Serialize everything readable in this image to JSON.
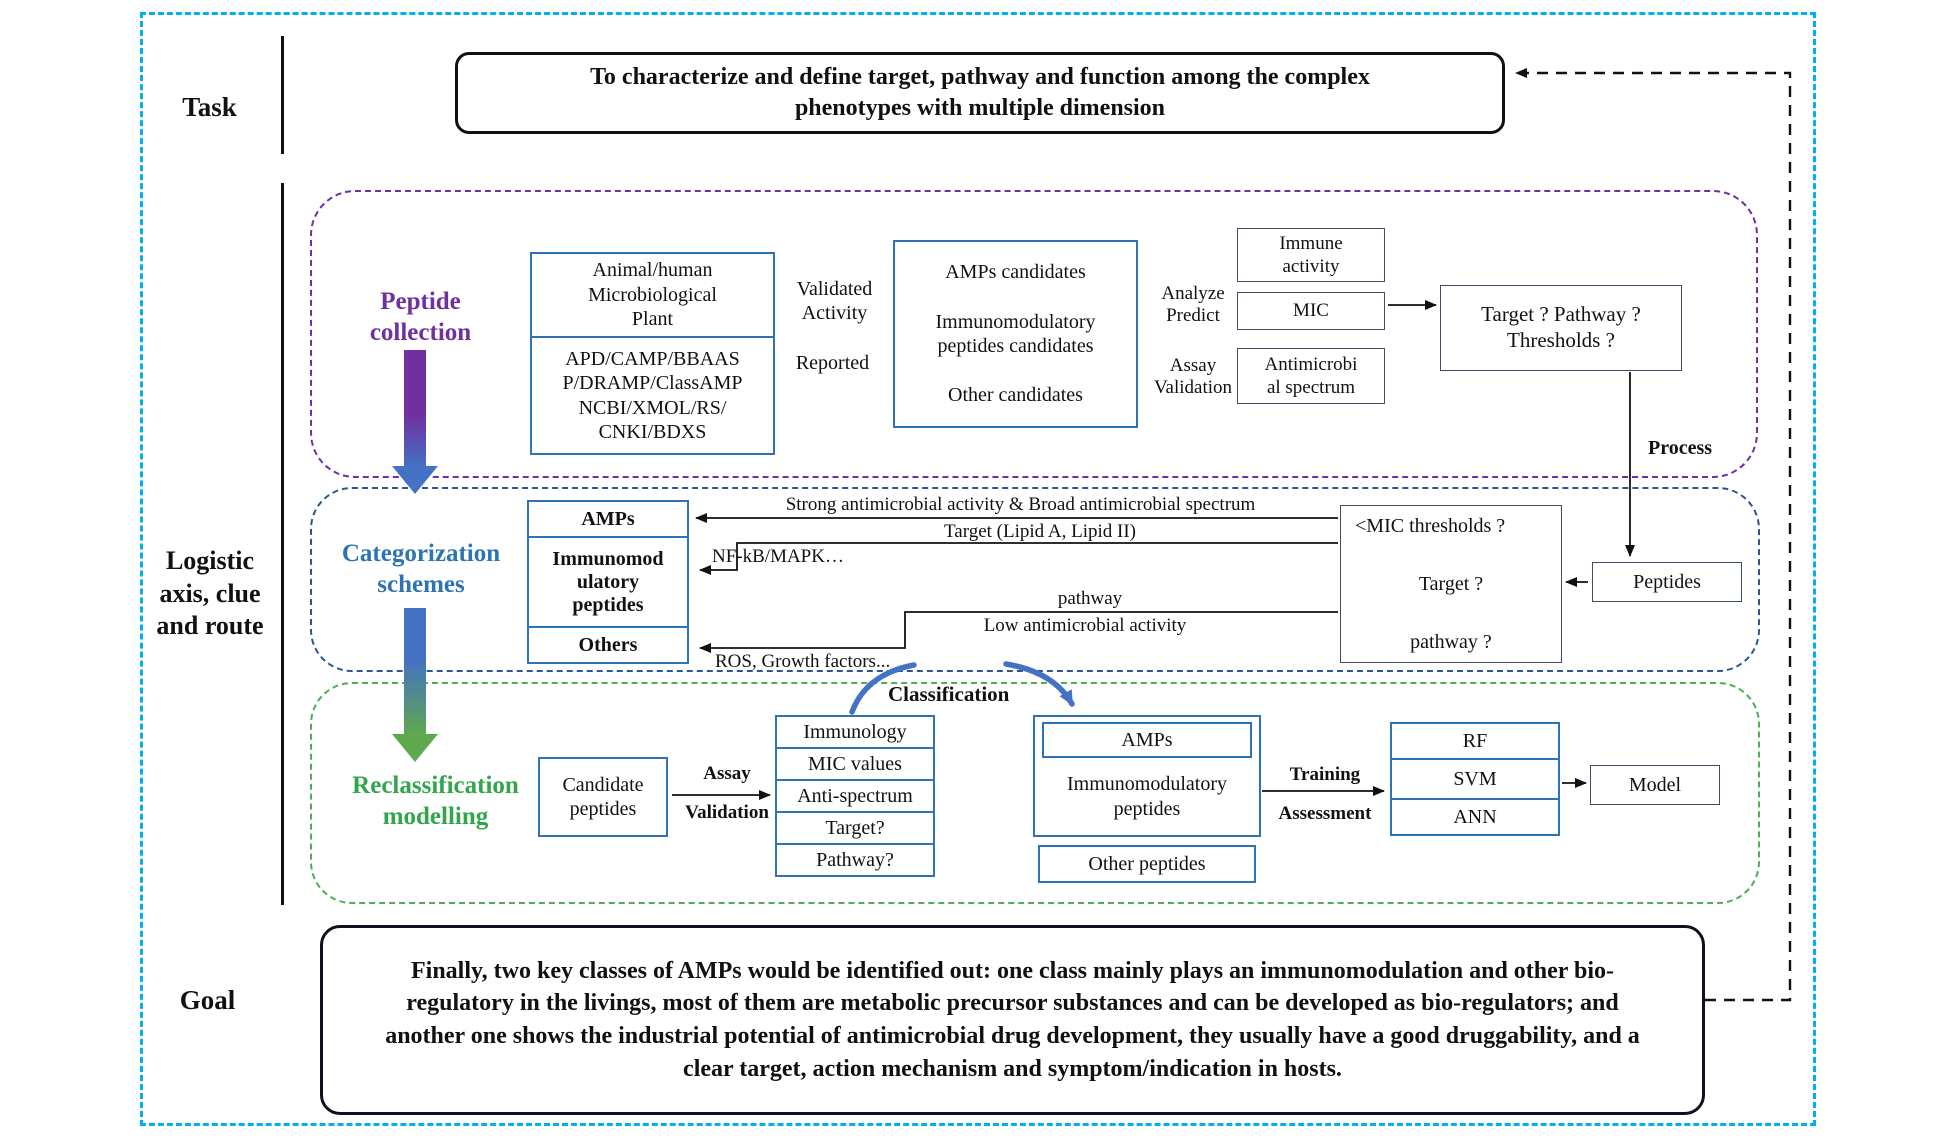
{
  "frame": {
    "task_label": "Task",
    "logistic_label": "Logistic\naxis, clue\nand route",
    "goal_label": "Goal"
  },
  "task_box": {
    "text": "To characterize and define target, pathway and function among the complex\nphenotypes with multiple dimension"
  },
  "collection": {
    "title": "Peptide\ncollection",
    "db_sources": "Animal/human\nMicrobiological\nPlant",
    "db_names": "APD/CAMP/BBAAS\nP/DRAMP/ClassAMP\nNCBI/XMOL/RS/\nCNKI/BDXS",
    "validated": "Validated\nActivity",
    "reported": "Reported",
    "candidates": [
      "AMPs  candidates",
      "Immunomodulatory\npeptides candidates",
      "Other candidates"
    ],
    "analyze": "Analyze\nPredict",
    "assay_validation": "Assay\nValidation",
    "immune": "Immune\nactivity",
    "mic": "MIC",
    "spectrum": "Antimicrobi\nal spectrum",
    "target_q": "Target ? Pathway ?\nThresholds ?",
    "process": "Process"
  },
  "categorization": {
    "title": "Categorization\nschemes",
    "groups": [
      "AMPs",
      "Immunomod\nulatory\npeptides",
      "Others"
    ],
    "strong_label": "Strong antimicrobial activity & Broad antimicrobial spectrum",
    "lipid_label": "Target (Lipid A, Lipid II)",
    "nfkb_label": "NF-kB/MAPK…",
    "pathway_label": "pathway",
    "low_label": "Low antimicrobial activity",
    "ros_label": "ROS, Growth factors...",
    "mic_q": [
      "<MIC thresholds ?",
      "Target ?",
      "pathway ?"
    ],
    "peptides": "Peptides"
  },
  "reclassification": {
    "title": "Reclassification\nmodelling",
    "candidate": "Candidate\npeptides",
    "assay": "Assay",
    "validation": "Validation",
    "criteria": [
      "Immunology",
      "MIC values",
      "Anti-spectrum",
      "Target?",
      "Pathway?"
    ],
    "classification": "Classification",
    "groups": [
      "AMPs",
      "Immunomodulatory\npeptides",
      "Other peptides"
    ],
    "training": "Training",
    "assessment": "Assessment",
    "models": [
      "RF",
      "SVM",
      "ANN"
    ],
    "model": "Model"
  },
  "goal_box": {
    "text": "Finally, two key classes of AMPs would be identified out: one class mainly plays an immunomodulation and other bio-regulatory in the livings, most of them are metabolic precursor substances and can be developed as bio-regulators; and another one shows the industrial potential of antimicrobial drug development, they usually have a good druggability, and a clear target, action mechanism and symptom/indication in hosts."
  },
  "colors": {
    "frame_cyan": "#00B0F0",
    "collection_purple": "#7030A0",
    "categorization_blue": "#2E74B5",
    "reclassification_green": "#33A64C",
    "box_blue": "#2E74B5",
    "arrow_blue": "#4472C4",
    "arrow_green": "#5FA84D"
  }
}
